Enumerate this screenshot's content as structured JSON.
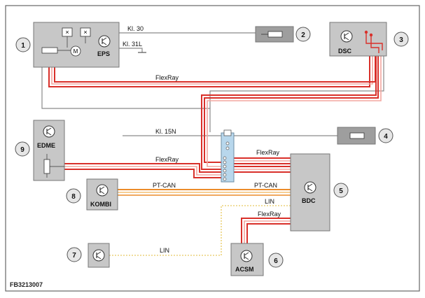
{
  "figure_id": "FB3213007",
  "components": {
    "eps": {
      "number": "1",
      "label": "EPS"
    },
    "term30": {
      "number": "2"
    },
    "dsc": {
      "number": "3",
      "label": "DSC"
    },
    "term15": {
      "number": "4"
    },
    "bdc": {
      "number": "5",
      "label": "BDC"
    },
    "acsm": {
      "number": "6",
      "label": "ACSM"
    },
    "sensor7": {
      "number": "7"
    },
    "kombi": {
      "number": "8",
      "label": "KOMBI"
    },
    "edme": {
      "number": "9",
      "label": "EDME"
    }
  },
  "wire_labels": {
    "kl30": "Kl. 30",
    "kl31l": "Kl. 31L",
    "kl15n": "Kl. 15N",
    "flexray_top": "FlexRay",
    "flexray_edme": "FlexRay",
    "flexray_bdc": "FlexRay",
    "flexray_acsm": "FlexRay",
    "ptcan_kombi": "PT-CAN",
    "ptcan_bdc": "PT-CAN",
    "lin_bdc": "LIN",
    "lin_sensor": "LIN"
  },
  "colors": {
    "flexray_red": "#d9302a",
    "flexray_pink": "#f3a7a0",
    "ptcan_orange": "#ec8c2a",
    "ptcan_light": "#f6cf95",
    "lin_yellow": "#ecd27a",
    "power_grey": "#8a8a8a",
    "module_grey": "#c7c7c7",
    "bus_blue": "#b8d7ec"
  }
}
